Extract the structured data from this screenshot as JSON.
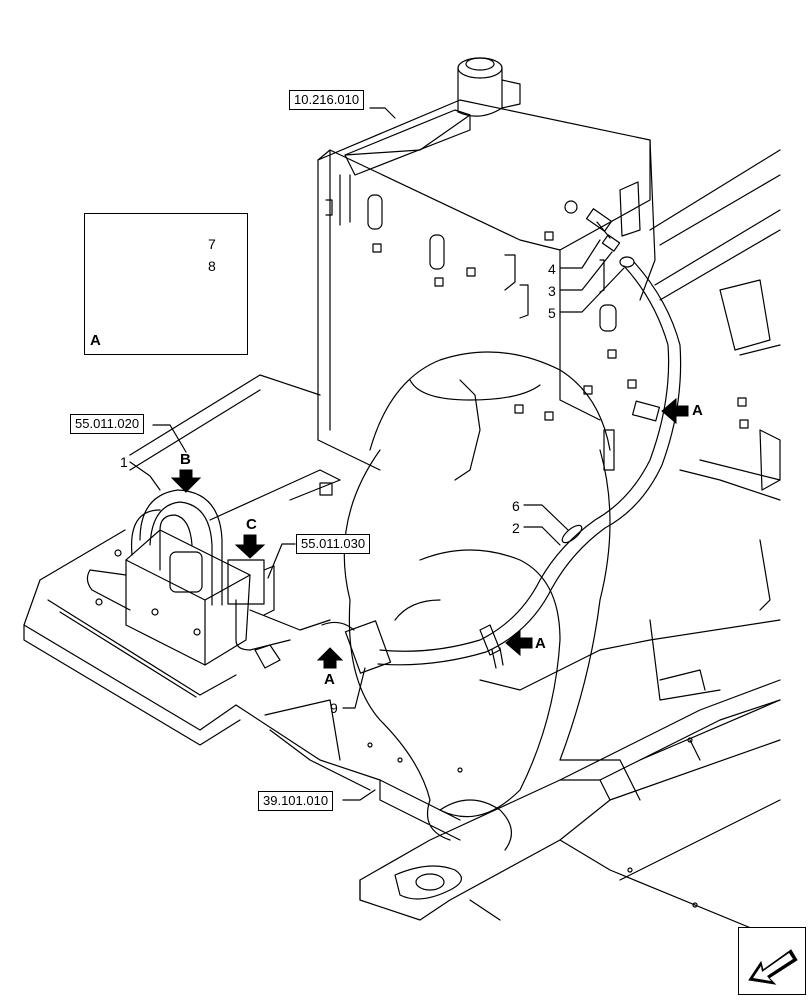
{
  "references": {
    "tank": "10.216.010",
    "heater": "55.011.020",
    "valve": "55.011.030",
    "frame": "39.101.010"
  },
  "callouts": {
    "c1": "1",
    "c2": "2",
    "c3": "3",
    "c4": "4",
    "c5": "5",
    "c6": "6",
    "c7": "7",
    "c8": "8",
    "c9": "9"
  },
  "view_labels": {
    "inset": "A",
    "arrow_a_right_upper": "A",
    "arrow_a_right_lower": "A",
    "arrow_a_up": "A",
    "arrow_b": "B",
    "arrow_c": "C"
  },
  "icons": {
    "navigation": "back-arrow-icon"
  },
  "colors": {
    "line": "#000000",
    "background": "#ffffff"
  }
}
